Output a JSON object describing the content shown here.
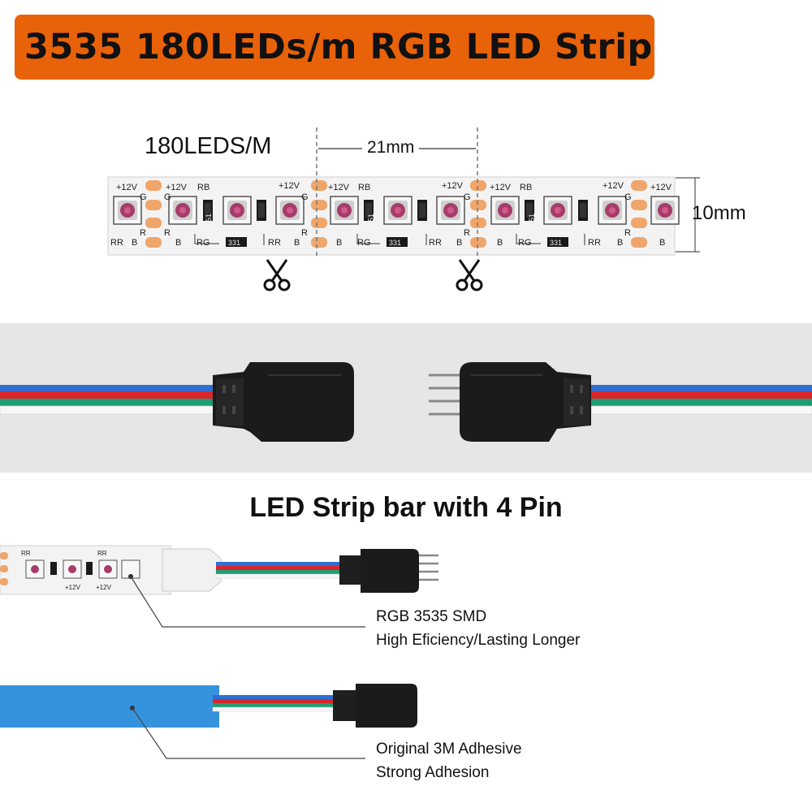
{
  "title": "3535 180LEDs/m RGB LED Strip",
  "spec": {
    "density_label": "180LEDS/M",
    "cut_pitch_label": "21mm",
    "width_label": "10mm"
  },
  "strip_markings": {
    "power": "+12V",
    "green": "G",
    "red": "R",
    "blue": "B",
    "rb": "RB",
    "rg": "RG",
    "rr": "RR",
    "resistor_a": "151",
    "resistor_b": "331"
  },
  "connector_section_title": "LED Strip bar with 4 Pin",
  "features": [
    {
      "line1": "RGB 3535 SMD",
      "line2": "High Eficiency/Lasting Longer"
    },
    {
      "line1": "Original 3M Adhesive",
      "line2": "Strong Adhesion"
    }
  ],
  "colors": {
    "banner": "#e8620a",
    "pad": "#f0a56a",
    "wire_blue": "#2f6fd0",
    "wire_red": "#d8262a",
    "wire_green": "#1f9e72",
    "wire_white": "#f4f4f4",
    "adhesive_tape": "#3592dc"
  },
  "icons": [
    "scissors-icon",
    "scissors-icon",
    "female-connector-icon",
    "male-connector-icon"
  ]
}
